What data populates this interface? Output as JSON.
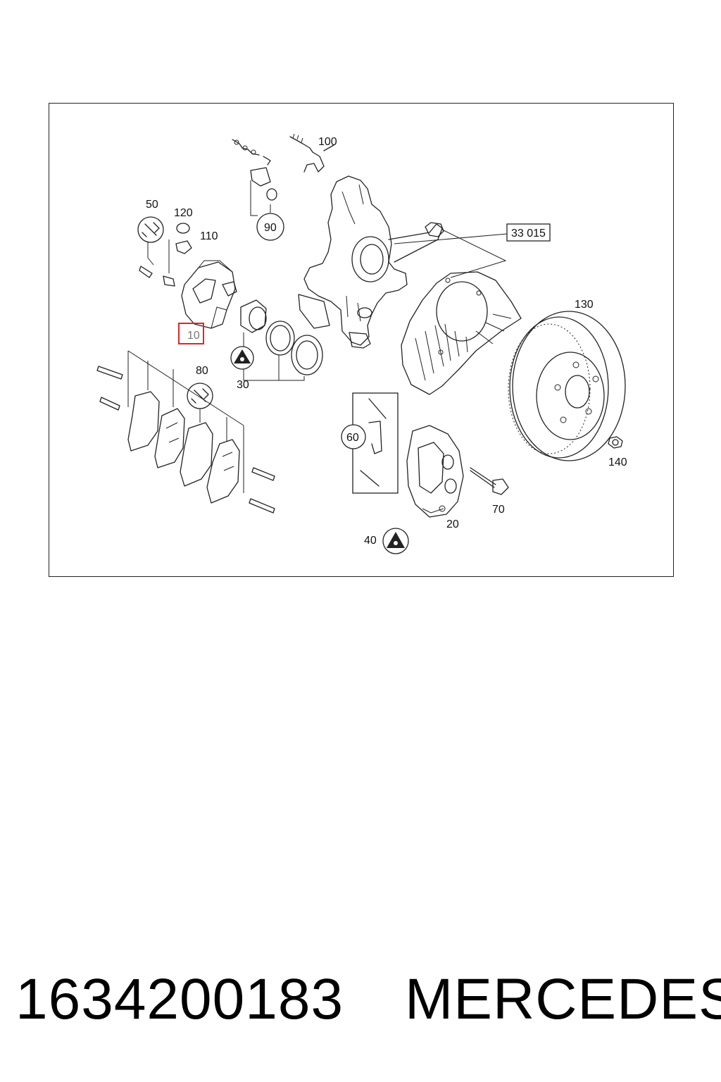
{
  "diagram": {
    "labels": {
      "p10": "10",
      "p20": "20",
      "p30": "30",
      "p40": "40",
      "p50": "50",
      "p60": "60",
      "p70": "70",
      "p80": "80",
      "p90": "90",
      "p100": "100",
      "p110": "110",
      "p120": "120",
      "p130": "130",
      "p140": "140",
      "ref": "33 015"
    },
    "highlight_color": "#e0242a",
    "line_color": "#222222"
  },
  "footer": {
    "part_number": "1634200183",
    "brand": "MERCEDES"
  }
}
